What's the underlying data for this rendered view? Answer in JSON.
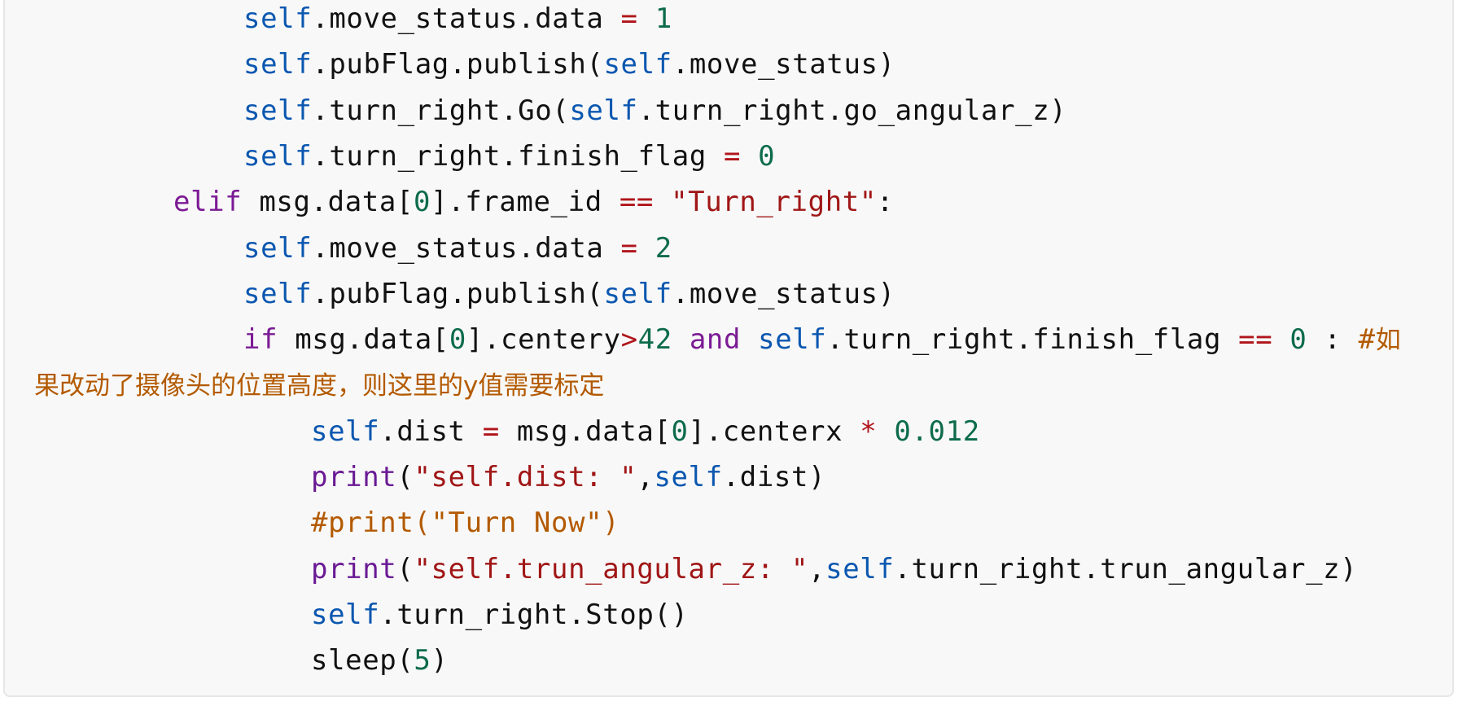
{
  "code": {
    "language": "python",
    "colors": {
      "self": "#0b57b0",
      "keyword": "#7b1a94",
      "number": "#0d6b4b",
      "operator": "#b0151b",
      "string": "#a01616",
      "comment": "#b35a00"
    },
    "lines": [
      {
        "indent": 3,
        "tokens": [
          [
            "self",
            "s"
          ],
          [
            ".move_status.data ",
            "p"
          ],
          [
            "=",
            "o"
          ],
          [
            " ",
            "p"
          ],
          [
            "1",
            "n"
          ]
        ]
      },
      {
        "indent": 3,
        "tokens": [
          [
            "self",
            "s"
          ],
          [
            ".pubFlag.publish(",
            "p"
          ],
          [
            "self",
            "s"
          ],
          [
            ".move_status)",
            "p"
          ]
        ]
      },
      {
        "indent": 3,
        "tokens": [
          [
            "self",
            "s"
          ],
          [
            ".turn_right.Go(",
            "p"
          ],
          [
            "self",
            "s"
          ],
          [
            ".turn_right.go_angular_z)",
            "p"
          ]
        ]
      },
      {
        "indent": 3,
        "tokens": [
          [
            "self",
            "s"
          ],
          [
            ".turn_right.finish_flag ",
            "p"
          ],
          [
            "=",
            "o"
          ],
          [
            " ",
            "p"
          ],
          [
            "0",
            "n"
          ]
        ]
      },
      {
        "indent": 2,
        "tokens": [
          [
            "elif",
            "k"
          ],
          [
            " msg.data[",
            "p"
          ],
          [
            "0",
            "n"
          ],
          [
            "].frame_id ",
            "p"
          ],
          [
            "==",
            "o"
          ],
          [
            " ",
            "p"
          ],
          [
            "\"Turn_right\"",
            "st"
          ],
          [
            ":",
            "p"
          ]
        ]
      },
      {
        "indent": 3,
        "tokens": [
          [
            "self",
            "s"
          ],
          [
            ".move_status.data ",
            "p"
          ],
          [
            "=",
            "o"
          ],
          [
            " ",
            "p"
          ],
          [
            "2",
            "n"
          ]
        ]
      },
      {
        "indent": 3,
        "tokens": [
          [
            "self",
            "s"
          ],
          [
            ".pubFlag.publish(",
            "p"
          ],
          [
            "self",
            "s"
          ],
          [
            ".move_status)",
            "p"
          ]
        ]
      },
      {
        "indent": 3,
        "tokens": [
          [
            "if",
            "k"
          ],
          [
            " msg.data[",
            "p"
          ],
          [
            "0",
            "n"
          ],
          [
            "].centery",
            "p"
          ],
          [
            ">",
            "o"
          ],
          [
            "42",
            "n"
          ],
          [
            " ",
            "p"
          ],
          [
            "and",
            "k"
          ],
          [
            " ",
            "p"
          ],
          [
            "self",
            "s"
          ],
          [
            ".turn_right.finish_flag ",
            "p"
          ],
          [
            "==",
            "o"
          ],
          [
            " ",
            "p"
          ],
          [
            "0",
            "n"
          ],
          [
            " : ",
            "p"
          ],
          [
            "#",
            "c"
          ],
          [
            "如",
            "cjk"
          ]
        ]
      },
      {
        "indent": 0,
        "wrap": true,
        "tokens": [
          [
            "果改动了摄像头的位置高度，则这里的y值需要标定",
            "cjk"
          ]
        ]
      },
      {
        "indent": 4,
        "tokens": [
          [
            "self",
            "s"
          ],
          [
            ".dist ",
            "p"
          ],
          [
            "=",
            "o"
          ],
          [
            " msg.data[",
            "p"
          ],
          [
            "0",
            "n"
          ],
          [
            "].centerx ",
            "p"
          ],
          [
            "*",
            "o"
          ],
          [
            " ",
            "p"
          ],
          [
            "0.012",
            "n"
          ]
        ]
      },
      {
        "indent": 4,
        "tokens": [
          [
            "print",
            "f"
          ],
          [
            "(",
            "p"
          ],
          [
            "\"self.dist: \"",
            "st"
          ],
          [
            ",",
            "p"
          ],
          [
            "self",
            "s"
          ],
          [
            ".dist)",
            "p"
          ]
        ]
      },
      {
        "indent": 4,
        "tokens": [
          [
            "#print(\"Turn Now\")",
            "c"
          ]
        ]
      },
      {
        "indent": 4,
        "tokens": [
          [
            "print",
            "f"
          ],
          [
            "(",
            "p"
          ],
          [
            "\"self.trun_angular_z: \"",
            "st"
          ],
          [
            ",",
            "p"
          ],
          [
            "self",
            "s"
          ],
          [
            ".turn_right.trun_angular_z)",
            "p"
          ]
        ]
      },
      {
        "indent": 4,
        "tokens": [
          [
            "self",
            "s"
          ],
          [
            ".turn_right.Stop()",
            "p"
          ]
        ]
      },
      {
        "indent": 4,
        "tokens": [
          [
            "sleep(",
            "p"
          ],
          [
            "5",
            "n"
          ],
          [
            ")",
            "p"
          ]
        ]
      }
    ]
  }
}
